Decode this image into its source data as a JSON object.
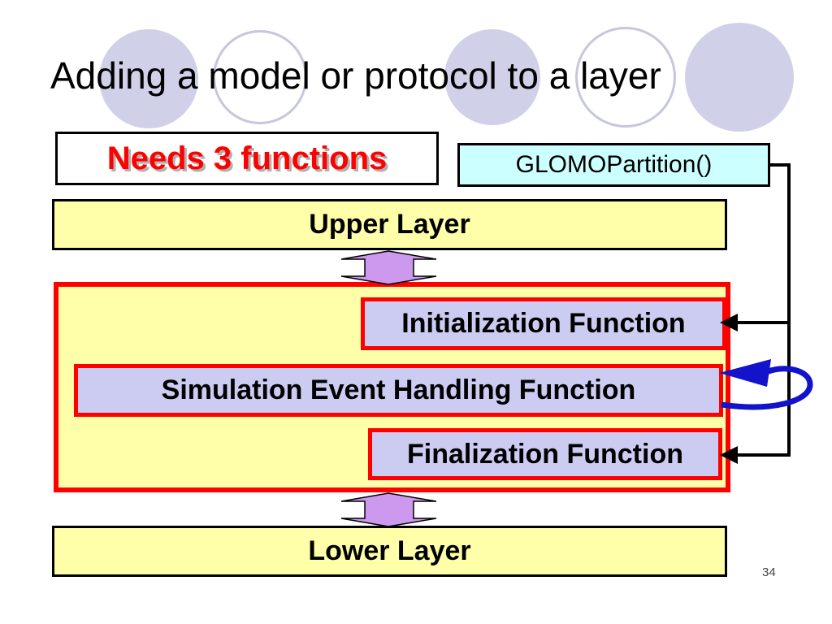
{
  "labels": {
    "title": "Adding a model or protocol to a layer",
    "needs": "Needs 3 functions",
    "glomo": "GLOMOPartition()",
    "upper_layer": "Upper Layer",
    "initialization": "Initialization Function",
    "simulation": "Simulation Event Handling Function",
    "finalization": "Finalization Function",
    "lower_layer": "Lower Layer",
    "page_number": "34"
  },
  "colors": {
    "background": "#ffffff",
    "layer_fill": "#ffffaa",
    "function_fill": "#ccccf2",
    "glomo_fill": "#ccffff",
    "red_border": "#ff0000",
    "needs_text": "#ff0000",
    "connector_black": "#000000",
    "loop_blue": "#1313cb",
    "updown_arrow_fill": "#cc99ee",
    "circle_fill": "#d0d0e8",
    "circle_outline": "#c6c6de"
  },
  "connectors": [
    {
      "from": "GLOMOPartition()",
      "to": "Initialization Function",
      "type": "black-arrow"
    },
    {
      "from": "GLOMOPartition()",
      "to": "Finalization Function",
      "type": "black-arrow"
    },
    {
      "on": "Simulation Event Handling Function",
      "type": "blue-self-loop-arrow"
    },
    {
      "between": [
        "Upper Layer",
        "protocol block"
      ],
      "type": "purple-bidirectional-arrow"
    },
    {
      "between": [
        "protocol block",
        "Lower Layer"
      ],
      "type": "purple-bidirectional-arrow"
    }
  ]
}
